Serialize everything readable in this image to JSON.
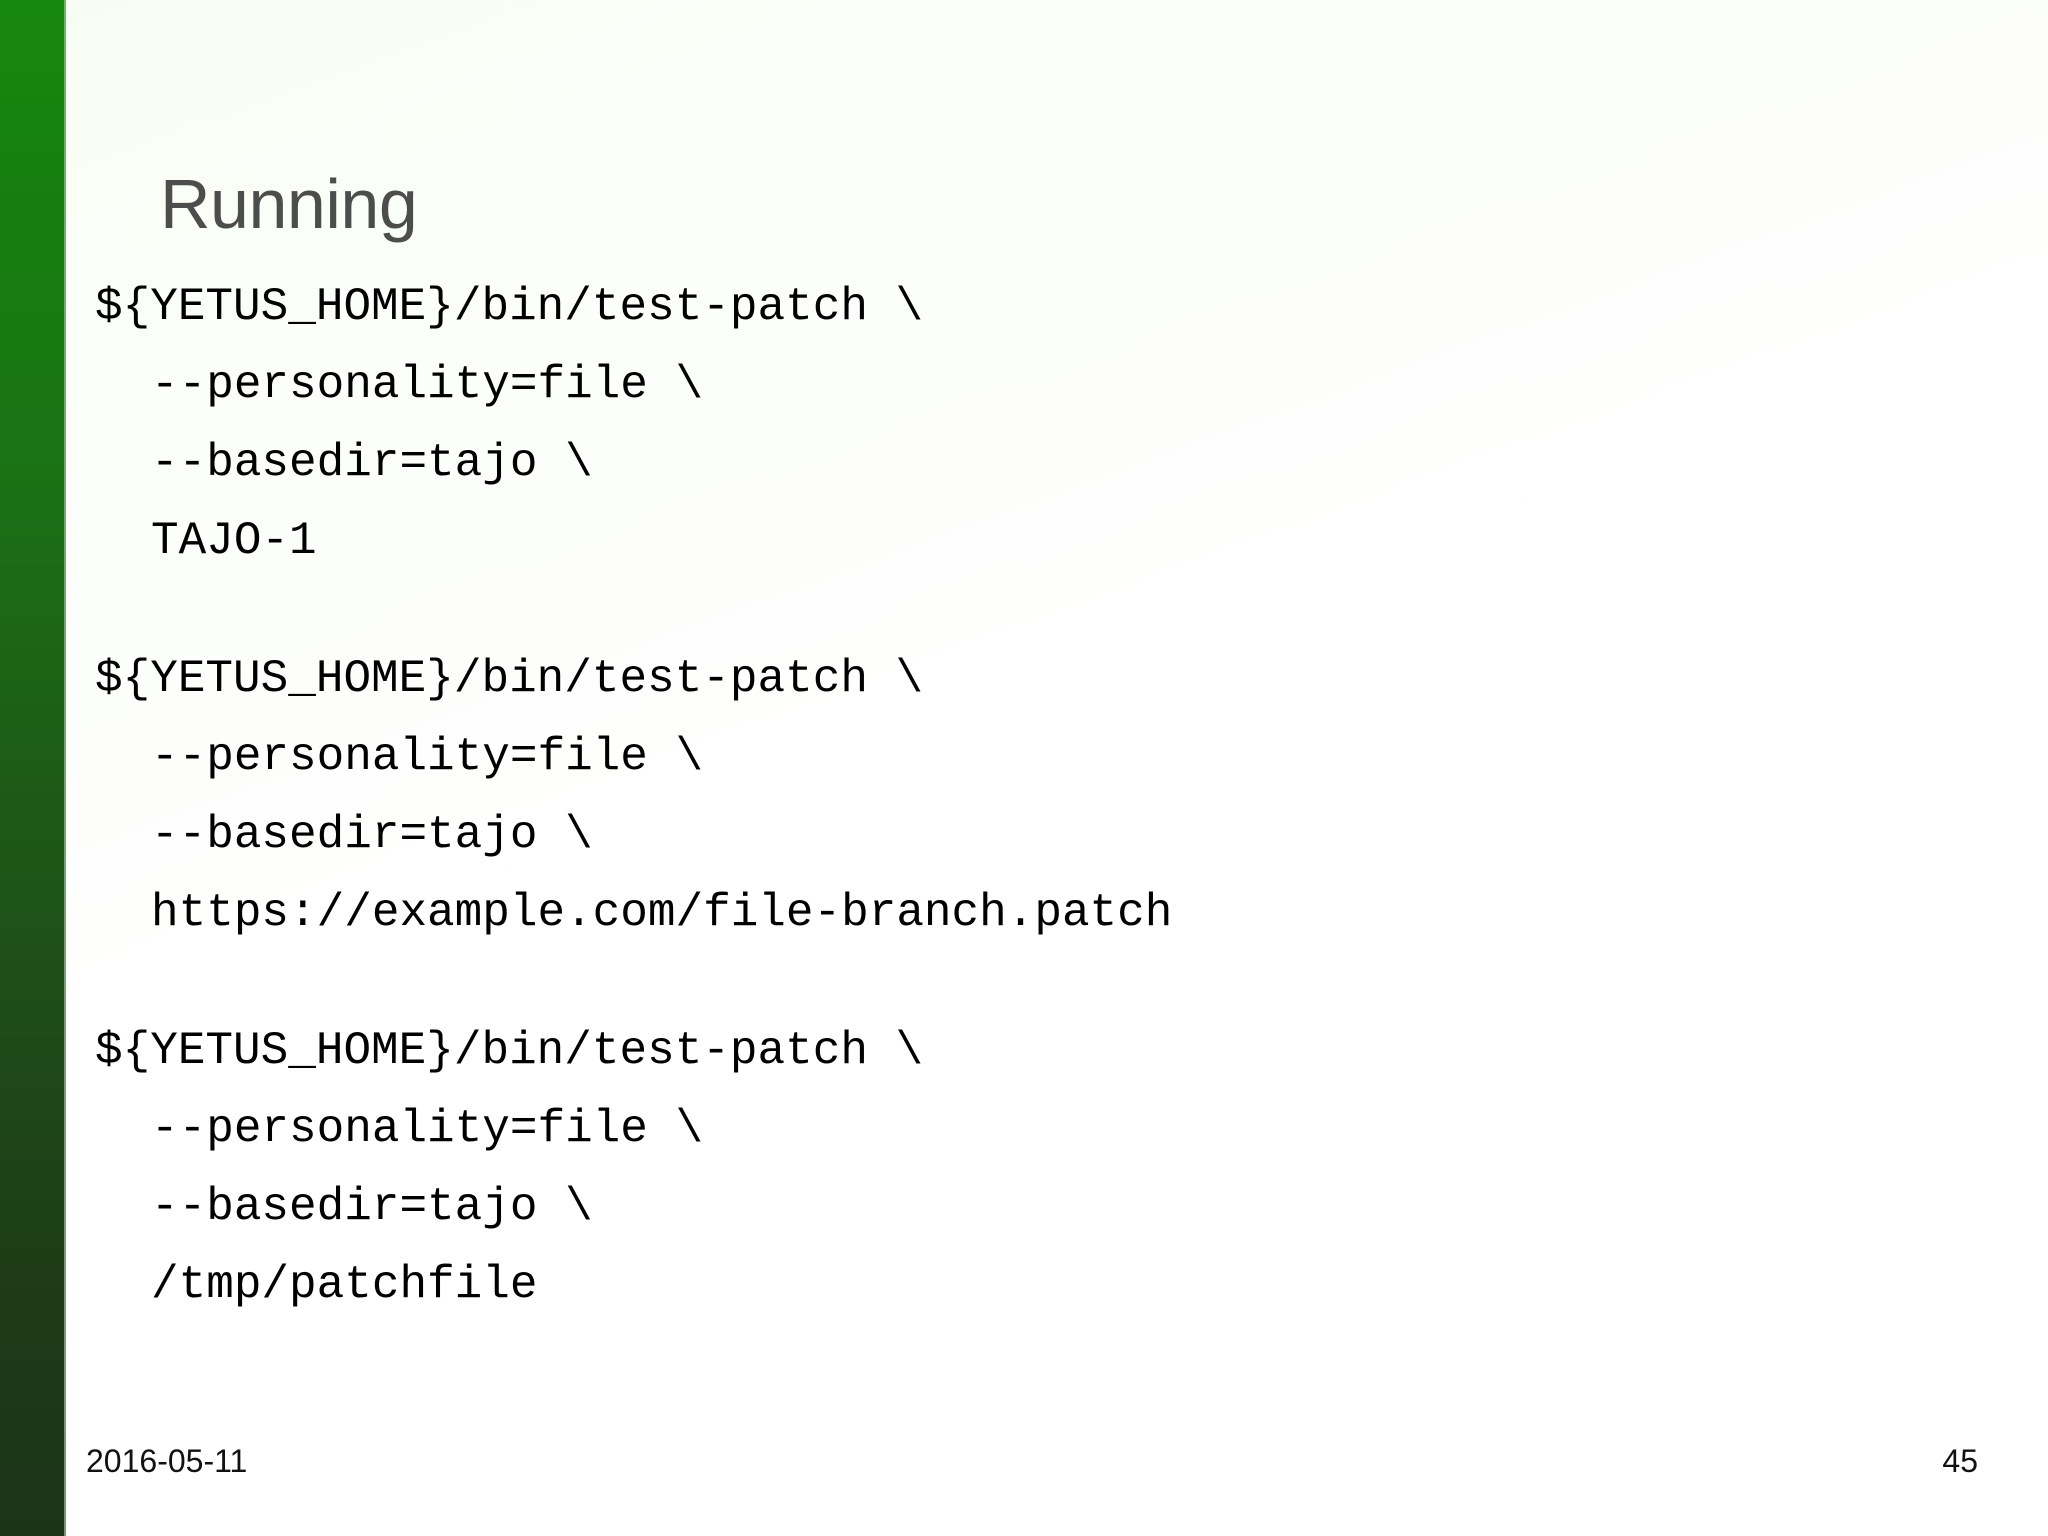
{
  "slide": {
    "title": "Running",
    "accent_color_top": "#17880f",
    "accent_color_bottom": "#1c3318",
    "background_color": "#ffffff",
    "title_color": "#4d4d4d",
    "code_color": "#000000"
  },
  "code": {
    "blocks": [
      {
        "lines": [
          {
            "text": "${YETUS_HOME}/bin/test-patch \\",
            "indent": false
          },
          {
            "text": "--personality=file \\",
            "indent": true
          },
          {
            "text": "--basedir=tajo \\",
            "indent": true
          },
          {
            "text": "TAJO-1",
            "indent": true
          }
        ]
      },
      {
        "lines": [
          {
            "text": "${YETUS_HOME}/bin/test-patch \\",
            "indent": false
          },
          {
            "text": "--personality=file \\",
            "indent": true
          },
          {
            "text": "--basedir=tajo \\",
            "indent": true
          },
          {
            "text": "https://example.com/file-branch.patch",
            "indent": true
          }
        ]
      },
      {
        "lines": [
          {
            "text": "${YETUS_HOME}/bin/test-patch \\",
            "indent": false
          },
          {
            "text": "--personality=file \\",
            "indent": true
          },
          {
            "text": "--basedir=tajo \\",
            "indent": true
          },
          {
            "text": "/tmp/patchfile",
            "indent": true
          }
        ]
      }
    ]
  },
  "footer": {
    "date": "2016-05-11",
    "page_number": "45"
  }
}
